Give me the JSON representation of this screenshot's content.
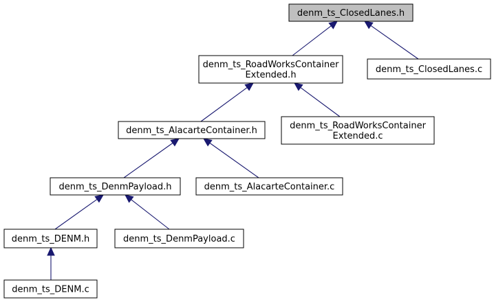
{
  "diagram": {
    "nodes": [
      {
        "id": "closed_lanes_h",
        "lines": [
          "denm_ts_ClosedLanes.h"
        ],
        "root": true
      },
      {
        "id": "roadworks_ext_h",
        "lines": [
          "denm_ts_RoadWorksContainer",
          "Extended.h"
        ]
      },
      {
        "id": "closed_lanes_c",
        "lines": [
          "denm_ts_ClosedLanes.c"
        ]
      },
      {
        "id": "alacarte_h",
        "lines": [
          "denm_ts_AlacarteContainer.h"
        ]
      },
      {
        "id": "roadworks_ext_c",
        "lines": [
          "denm_ts_RoadWorksContainer",
          "Extended.c"
        ]
      },
      {
        "id": "denm_payload_h",
        "lines": [
          "denm_ts_DenmPayload.h"
        ]
      },
      {
        "id": "alacarte_c",
        "lines": [
          "denm_ts_AlacarteContainer.c"
        ]
      },
      {
        "id": "denm_h",
        "lines": [
          "denm_ts_DENM.h"
        ]
      },
      {
        "id": "denm_payload_c",
        "lines": [
          "denm_ts_DenmPayload.c"
        ]
      },
      {
        "id": "denm_c",
        "lines": [
          "denm_ts_DENM.c"
        ]
      }
    ],
    "edges": [
      {
        "from": "roadworks_ext_h",
        "to": "closed_lanes_h"
      },
      {
        "from": "closed_lanes_c",
        "to": "closed_lanes_h"
      },
      {
        "from": "alacarte_h",
        "to": "roadworks_ext_h"
      },
      {
        "from": "roadworks_ext_c",
        "to": "roadworks_ext_h"
      },
      {
        "from": "denm_payload_h",
        "to": "alacarte_h"
      },
      {
        "from": "alacarte_c",
        "to": "alacarte_h"
      },
      {
        "from": "denm_h",
        "to": "denm_payload_h"
      },
      {
        "from": "denm_payload_c",
        "to": "denm_payload_h"
      },
      {
        "from": "denm_c",
        "to": "denm_h"
      }
    ]
  }
}
